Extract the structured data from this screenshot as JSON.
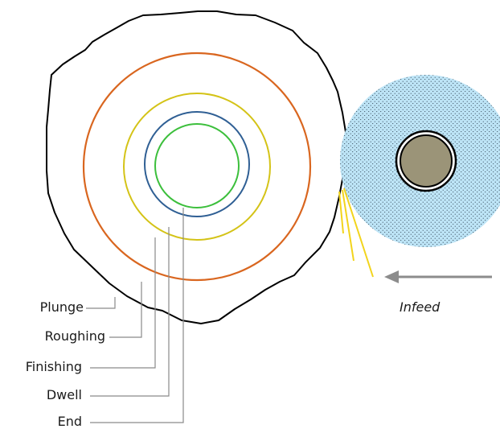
{
  "diagram": {
    "stages": [
      {
        "id": "plunge",
        "label": "Plunge",
        "color": "#000000"
      },
      {
        "id": "roughing",
        "label": "Roughing",
        "color": "#d9661f"
      },
      {
        "id": "finishing",
        "label": "Finishing",
        "color": "#d4c317"
      },
      {
        "id": "dwell",
        "label": "Dwell",
        "color": "#2f5f94"
      },
      {
        "id": "end",
        "label": "End",
        "color": "#3cbf3c"
      }
    ],
    "infeed": {
      "label": "Infeed",
      "arrow_color": "#8c8c8c"
    },
    "grinding_wheel": {
      "fill_color": "#bde4f6",
      "hub_color": "#9b9478"
    },
    "spark_color": "#f2d41c"
  }
}
